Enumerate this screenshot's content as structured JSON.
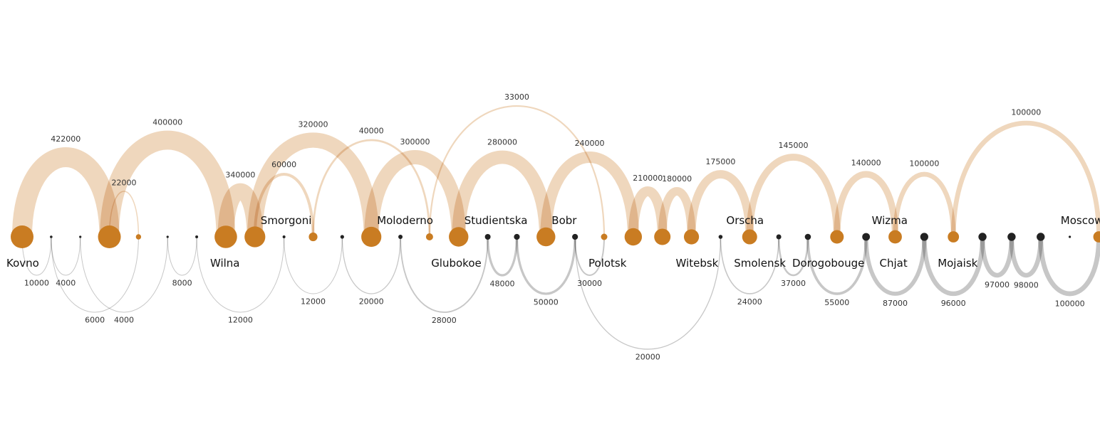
{
  "title": "",
  "colors": {
    "advance": "#efd7bd",
    "retreat": "#c7c7c7",
    "advance_node": "#c97c22",
    "retreat_node": "#222222"
  },
  "cities": [
    {
      "name": "Kovno"
    },
    {
      "name": "Wilna"
    },
    {
      "name": "Smorgoni"
    },
    {
      "name": "Moloderno"
    },
    {
      "name": "Glubokoe"
    },
    {
      "name": "Studientska"
    },
    {
      "name": "Bobr"
    },
    {
      "name": "Polotsk"
    },
    {
      "name": "Witebsk"
    },
    {
      "name": "Orscha"
    },
    {
      "name": "Smolensk"
    },
    {
      "name": "Dorogobouge"
    },
    {
      "name": "Wizma"
    },
    {
      "name": "Chjat"
    },
    {
      "name": "Mojaisk"
    },
    {
      "name": "Moscow"
    }
  ],
  "chart_data": {
    "type": "arc",
    "stops": 38,
    "advance": [
      {
        "from": 0,
        "to": 3,
        "value": 422000
      },
      {
        "from": 3,
        "to": 4,
        "value": 22000
      },
      {
        "from": 3,
        "to": 7,
        "value": 400000
      },
      {
        "from": 7,
        "to": 8,
        "value": 340000
      },
      {
        "from": 8,
        "to": 10,
        "value": 60000
      },
      {
        "from": 8,
        "to": 12,
        "value": 320000
      },
      {
        "from": 10,
        "to": 14,
        "value": 40000
      },
      {
        "from": 12,
        "to": 15,
        "value": 300000
      },
      {
        "from": 14,
        "to": 20,
        "value": 33000
      },
      {
        "from": 15,
        "to": 18,
        "value": 280000
      },
      {
        "from": 18,
        "to": 21,
        "value": 240000
      },
      {
        "from": 21,
        "to": 22,
        "value": 210000
      },
      {
        "from": 22,
        "to": 23,
        "value": 180000
      },
      {
        "from": 23,
        "to": 25,
        "value": 175000
      },
      {
        "from": 25,
        "to": 28,
        "value": 145000
      },
      {
        "from": 28,
        "to": 30,
        "value": 140000
      },
      {
        "from": 30,
        "to": 32,
        "value": 100000
      },
      {
        "from": 32,
        "to": 37,
        "value": 100000
      }
    ],
    "retreat": [
      {
        "from": 0,
        "to": 1,
        "value": 10000
      },
      {
        "from": 1,
        "to": 2,
        "value": 4000
      },
      {
        "from": 1,
        "to": 4,
        "value": 6000
      },
      {
        "from": 2,
        "to": 5,
        "value": 4000
      },
      {
        "from": 5,
        "to": 6,
        "value": 8000
      },
      {
        "from": 6,
        "to": 9,
        "value": 12000
      },
      {
        "from": 9,
        "to": 11,
        "value": 12000
      },
      {
        "from": 11,
        "to": 13,
        "value": 20000
      },
      {
        "from": 13,
        "to": 16,
        "value": 28000
      },
      {
        "from": 16,
        "to": 17,
        "value": 48000
      },
      {
        "from": 17,
        "to": 19,
        "value": 50000
      },
      {
        "from": 19,
        "to": 20,
        "value": 30000
      },
      {
        "from": 19,
        "to": 24,
        "value": 20000
      },
      {
        "from": 24,
        "to": 26,
        "value": 24000
      },
      {
        "from": 26,
        "to": 27,
        "value": 37000
      },
      {
        "from": 27,
        "to": 29,
        "value": 55000
      },
      {
        "from": 29,
        "to": 31,
        "value": 87000
      },
      {
        "from": 31,
        "to": 33,
        "value": 96000
      },
      {
        "from": 33,
        "to": 34,
        "value": 97000
      },
      {
        "from": 34,
        "to": 35,
        "value": 98000
      },
      {
        "from": 35,
        "to": 37,
        "value": 100000
      }
    ],
    "city_stops": [
      {
        "city": 0,
        "stop": 0
      },
      {
        "city": 1,
        "stop": 7
      },
      {
        "city": 2,
        "stop": 8
      },
      {
        "city": 3,
        "stop": 12
      },
      {
        "city": 4,
        "stop": 15
      },
      {
        "city": 5,
        "stop": 15
      },
      {
        "city": 6,
        "stop": 18
      },
      {
        "city": 7,
        "stop": 20
      },
      {
        "city": 8,
        "stop": 23
      },
      {
        "city": 9,
        "stop": 24
      },
      {
        "city": 10,
        "stop": 25
      },
      {
        "city": 11,
        "stop": 27
      },
      {
        "city": 12,
        "stop": 29
      },
      {
        "city": 13,
        "stop": 30
      },
      {
        "city": 14,
        "stop": 32
      },
      {
        "city": 15,
        "stop": 37
      }
    ]
  }
}
